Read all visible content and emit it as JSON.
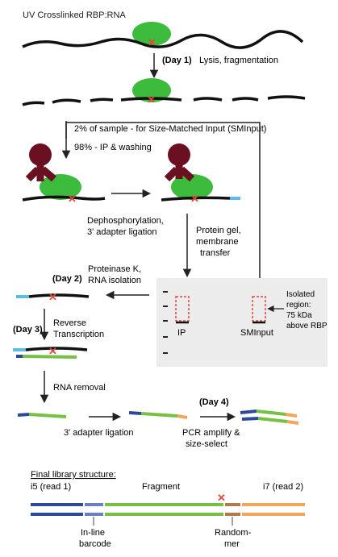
{
  "title": "UV Crosslinked RBP:RNA",
  "steps": {
    "day1_label": "(Day 1)",
    "day1_text": "Lysis, fragmentation",
    "split_text": "2% of sample - for Size-Matched Input (SMInput)",
    "ip_text": "98% - IP & washing",
    "dephos_line1": "Dephosphorylation,",
    "dephos_line2": "3' adapter ligation",
    "gel_line1": "Protein gel,",
    "gel_line2": "membrane",
    "gel_line3": "transfer",
    "day2_label": "(Day 2)",
    "day2_line1": "Proteinase K,",
    "day2_line2": "RNA isolation",
    "day3_label": "(Day 3)",
    "day3_line1": "Reverse",
    "day3_line2": "Transcription",
    "rna_removal": "RNA removal",
    "adapter3": "3' adapter ligation",
    "day4_label": "(Day 4)",
    "pcr_line1": "PCR amplify &",
    "pcr_line2": "size-select"
  },
  "gel": {
    "ip_label": "IP",
    "sminput_label": "SMInput",
    "region_line1": "Isolated",
    "region_line2": "region:",
    "region_line3": "75 kDa",
    "region_line4": "above RBP"
  },
  "library": {
    "heading": "Final library structure:",
    "i5": "i5 (read 1)",
    "fragment": "Fragment",
    "i7": "i7 (read 2)",
    "inline_line1": "In-line",
    "inline_line2": "barcode",
    "randommer_line1": "Random-",
    "randommer_line2": "mer"
  },
  "colors": {
    "protein": "#3dbb3d",
    "antibody": "#6b1020",
    "crosslink": "#e8453c",
    "rna": "#111111",
    "adapter_blue": "#5bbde6",
    "cdna": "#76c043",
    "i5_blue": "#2b4a9b",
    "barcode": "#6a7fc0",
    "randommer": "#b07d4a",
    "i7_orange": "#f2a65a",
    "gel_panel": "#ececec"
  }
}
